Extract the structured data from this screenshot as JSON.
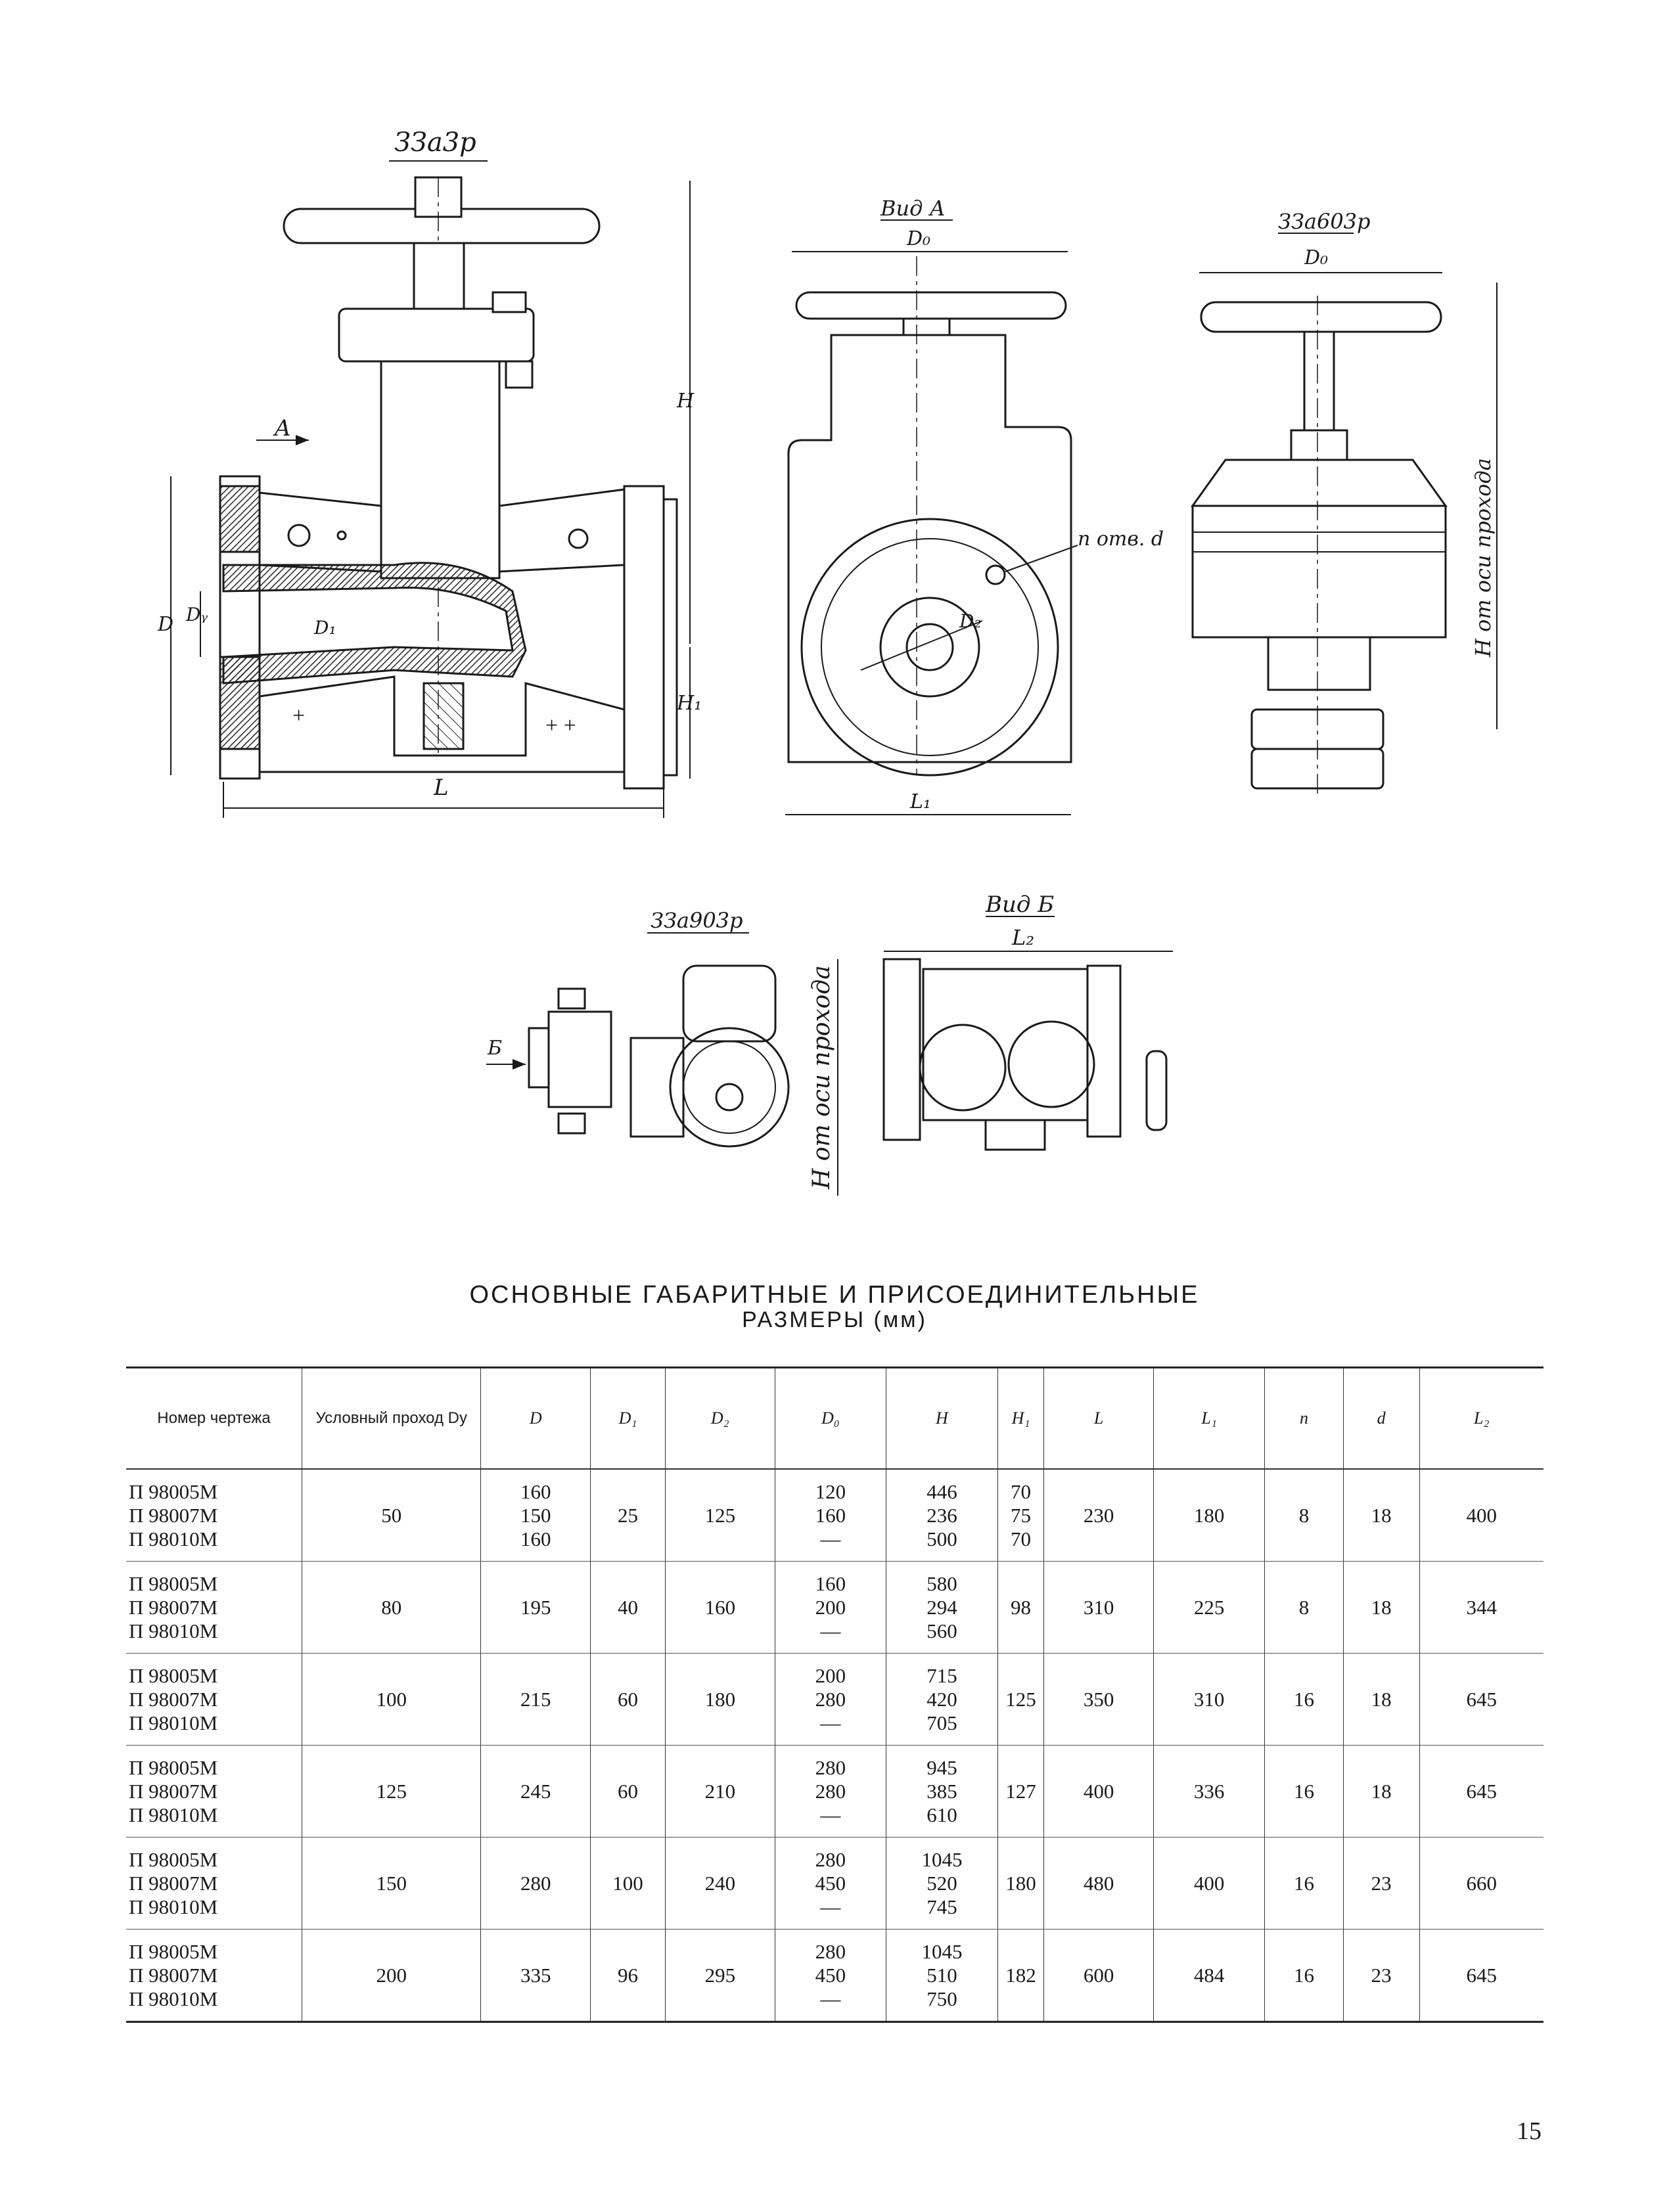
{
  "drawings": {
    "valve_33a3r": {
      "label": "ЗЗа3р",
      "dims": [
        "H",
        "H₁",
        "L",
        "D",
        "Dᵧ",
        "D₁"
      ],
      "arrow": "A"
    },
    "view_a": {
      "label": "Вид А",
      "dims": [
        "D₀",
        "L₁",
        "D₂"
      ],
      "note": "n отв. d"
    },
    "valve_33a603r": {
      "label": "ЗЗа603р",
      "dims": [
        "D₀"
      ],
      "note": "H от оси прохода"
    },
    "valve_33a903r": {
      "label": "ЗЗа903р",
      "arrow": "Б",
      "note": "H от оси прохода"
    },
    "view_b": {
      "label": "Вид Б",
      "dims": [
        "L₂"
      ]
    }
  },
  "table_title_line1": "ОСНОВНЫЕ ГАБАРИТНЫЕ И ПРИСОЕДИНИТЕЛЬНЫЕ",
  "table_title_line2": "РАЗМЕРЫ (мм)",
  "table": {
    "headers": [
      "Номер чертежа",
      "Условный проход Dу",
      "D",
      "D₁",
      "D₂",
      "D₀",
      "H",
      "H₁",
      "L",
      "L₁",
      "n",
      "d",
      "L₂"
    ],
    "rows": [
      {
        "drawings": [
          "П 98005М",
          "П 98007М",
          "П 98010М"
        ],
        "dy": "50",
        "D": [
          "160",
          "150",
          "160"
        ],
        "D1": "25",
        "D2": "125",
        "D0": [
          "120",
          "160",
          "—"
        ],
        "H": [
          "446",
          "236",
          "500"
        ],
        "H1": [
          "70",
          "75",
          "70"
        ],
        "L": "230",
        "L1": "180",
        "n": "8",
        "d": "18",
        "L2": "400"
      },
      {
        "drawings": [
          "П 98005М",
          "П 98007М",
          "П 98010М"
        ],
        "dy": "80",
        "D": [
          "195"
        ],
        "D1": "40",
        "D2": "160",
        "D0": [
          "160",
          "200",
          "—"
        ],
        "H": [
          "580",
          "294",
          "560"
        ],
        "H1": [
          "98"
        ],
        "L": "310",
        "L1": "225",
        "n": "8",
        "d": "18",
        "L2": "344"
      },
      {
        "drawings": [
          "П 98005М",
          "П 98007М",
          "П 98010М"
        ],
        "dy": "100",
        "D": [
          "215"
        ],
        "D1": "60",
        "D2": "180",
        "D0": [
          "200",
          "280",
          "—"
        ],
        "H": [
          "715",
          "420",
          "705"
        ],
        "H1": [
          "125"
        ],
        "L": "350",
        "L1": "310",
        "n": "16",
        "d": "18",
        "L2": "645"
      },
      {
        "drawings": [
          "П 98005М",
          "П 98007М",
          "П 98010М"
        ],
        "dy": "125",
        "D": [
          "245"
        ],
        "D1": "60",
        "D2": "210",
        "D0": [
          "280",
          "280",
          "—"
        ],
        "H": [
          "945",
          "385",
          "610"
        ],
        "H1": [
          "127"
        ],
        "L": "400",
        "L1": "336",
        "n": "16",
        "d": "18",
        "L2": "645"
      },
      {
        "drawings": [
          "П 98005М",
          "П 98007М",
          "П 98010М"
        ],
        "dy": "150",
        "D": [
          "280"
        ],
        "D1": "100",
        "D2": "240",
        "D0": [
          "280",
          "450",
          "—"
        ],
        "H": [
          "1045",
          "520",
          "745"
        ],
        "H1": [
          "180"
        ],
        "L": "480",
        "L1": "400",
        "n": "16",
        "d": "23",
        "L2": "660"
      },
      {
        "drawings": [
          "П 98005М",
          "П 98007М",
          "П 98010М"
        ],
        "dy": "200",
        "D": [
          "335"
        ],
        "D1": "96",
        "D2": "295",
        "D0": [
          "280",
          "450",
          "—"
        ],
        "H": [
          "1045",
          "510",
          "750"
        ],
        "H1": [
          "182"
        ],
        "L": "600",
        "L1": "484",
        "n": "16",
        "d": "23",
        "L2": "645"
      }
    ]
  },
  "page_number": "15"
}
